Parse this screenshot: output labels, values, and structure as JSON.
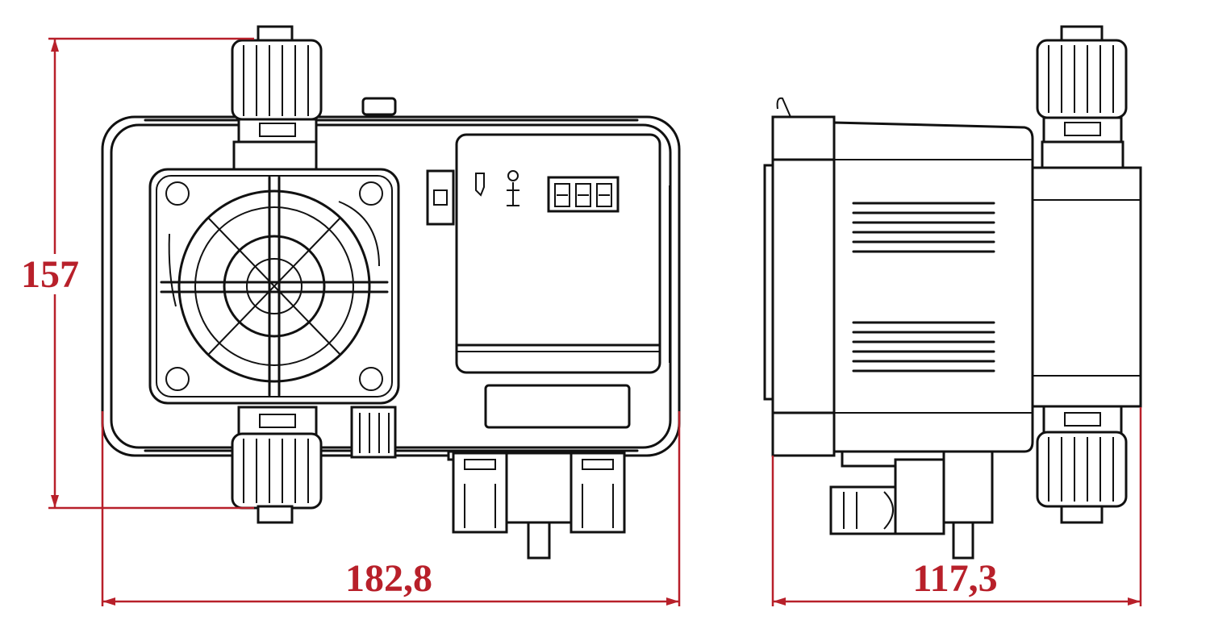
{
  "colors": {
    "dimension": "#b8202a",
    "line": "#111111",
    "background": "#ffffff"
  },
  "dimensions": {
    "height": "157",
    "front_width": "182,8",
    "side_width": "117,3"
  },
  "views": [
    "front-view",
    "side-view"
  ]
}
